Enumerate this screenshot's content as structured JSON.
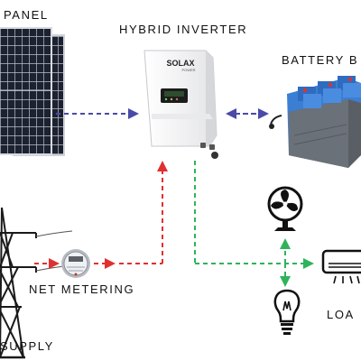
{
  "labels": {
    "solar": "PANEL",
    "inverter": "HYBRID INVERTER",
    "battery": "BATTERY B",
    "net_metering": "NET METERING",
    "load": "LOA",
    "supply": "SUPPLY"
  },
  "brand": {
    "name": "SOLAX",
    "sub": "POWER"
  },
  "colors": {
    "solar_flow": "#4a4aa8",
    "grid_flow": "#e03030",
    "load_flow": "#2fb35a",
    "inverter_body": "#f2f2f2",
    "panel_cell": "#1d2230",
    "battery_blue": "#3b7fd4"
  },
  "icons": {
    "solar": "solar-panel-icon",
    "inverter": "inverter-icon",
    "battery": "battery-bank-icon",
    "tower": "transmission-tower-icon",
    "meter": "electric-meter-icon",
    "fan": "fan-icon",
    "bulb": "light-bulb-icon",
    "ac": "air-conditioner-icon"
  }
}
